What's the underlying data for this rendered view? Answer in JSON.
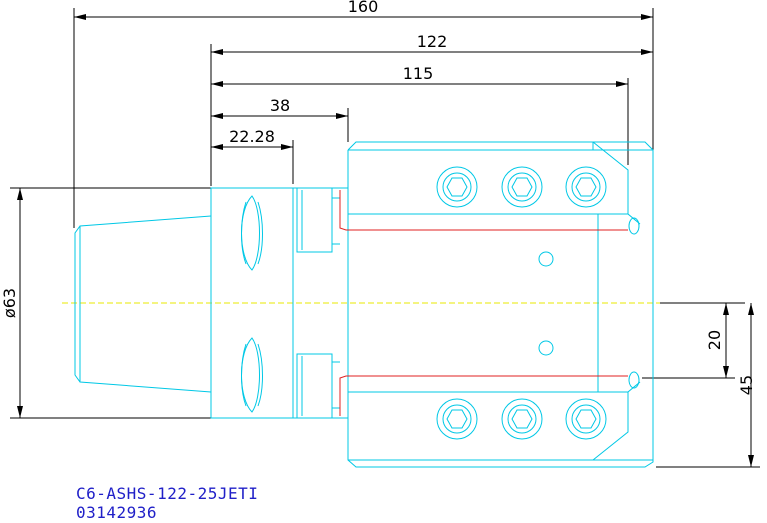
{
  "dimensions": {
    "d160": "160",
    "d122": "122",
    "d115": "115",
    "d38": "38",
    "d22": "22.28",
    "dia63": "ø63",
    "d20": "20",
    "d45": "45"
  },
  "caption": {
    "part_number": "C6-ASHS-122-25JETI",
    "order_code": "03142936"
  },
  "colors": {
    "outline": "#00c8e6",
    "coolant_channel": "#e02020",
    "centerline": "#e8e800",
    "dimension": "#000000",
    "caption": "#2020c8"
  }
}
